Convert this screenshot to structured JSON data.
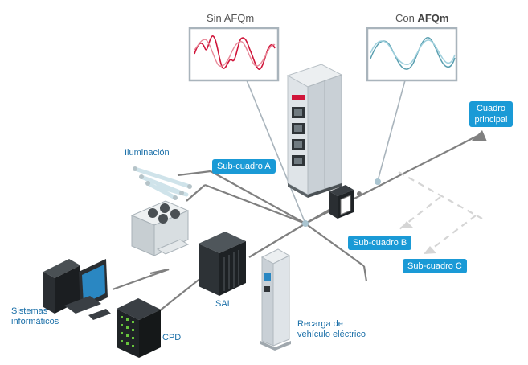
{
  "panels": {
    "without": {
      "prefix": "Sin ",
      "brand": "AFQm"
    },
    "with": {
      "prefix": "Con ",
      "brand": "AFQm"
    }
  },
  "badges": {
    "main_panel": [
      "Cuadro",
      "principal"
    ],
    "sub_a": "Sub-cuadro A",
    "sub_b": "Sub-cuadro B",
    "sub_c": "Sub-cuadro C"
  },
  "labels": {
    "lighting": "Iluminación",
    "it_systems": [
      "Sistemas",
      "informáticos"
    ],
    "ups": "SAI",
    "data_center": "CPD",
    "ev_charging": [
      "Recarga de",
      "vehículo eléctrico"
    ]
  },
  "colors": {
    "badge": "#1a9ad6",
    "label_text": "#1a6fa8",
    "distorted_wave": "#d0153a",
    "clean_wave_1": "#5a9fb0",
    "clean_wave_2": "#9fd0dd",
    "cable": "#7f7f7f",
    "panel_frame": "#a9b4bc"
  }
}
